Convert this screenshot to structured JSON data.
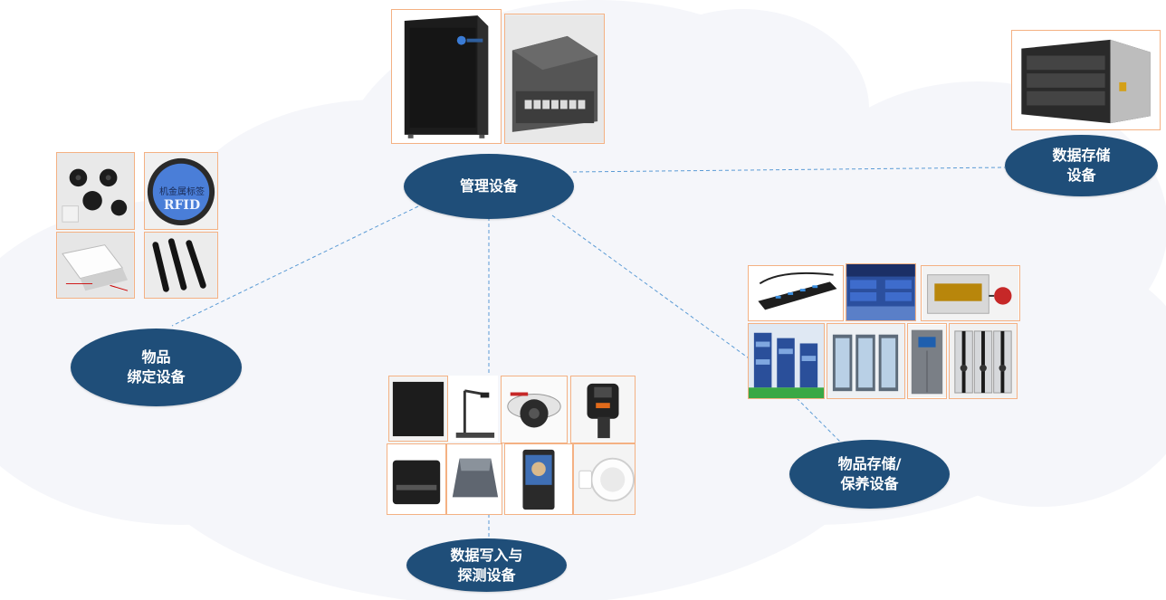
{
  "nodes": {
    "management": "管理设备",
    "data_storage_line1": "数据存储",
    "data_storage_line2": "设备",
    "item_binding_line1": "物品",
    "item_binding_line2": "绑定设备",
    "item_storage_line1": "物品存储/",
    "item_storage_line2": "保养设备",
    "data_write_line1": "数据写入与",
    "data_write_line2": "探测设备"
  },
  "photo_labels": {
    "rfid_tag_text_cn": "机金属标签",
    "rfid_tag_text_en": "RFID"
  },
  "colors": {
    "node_fill": "#1f4e79",
    "link_dash": "#5b9bd5",
    "photo_border": "#f4b183",
    "cloud_fill": "#f5f6fa"
  }
}
